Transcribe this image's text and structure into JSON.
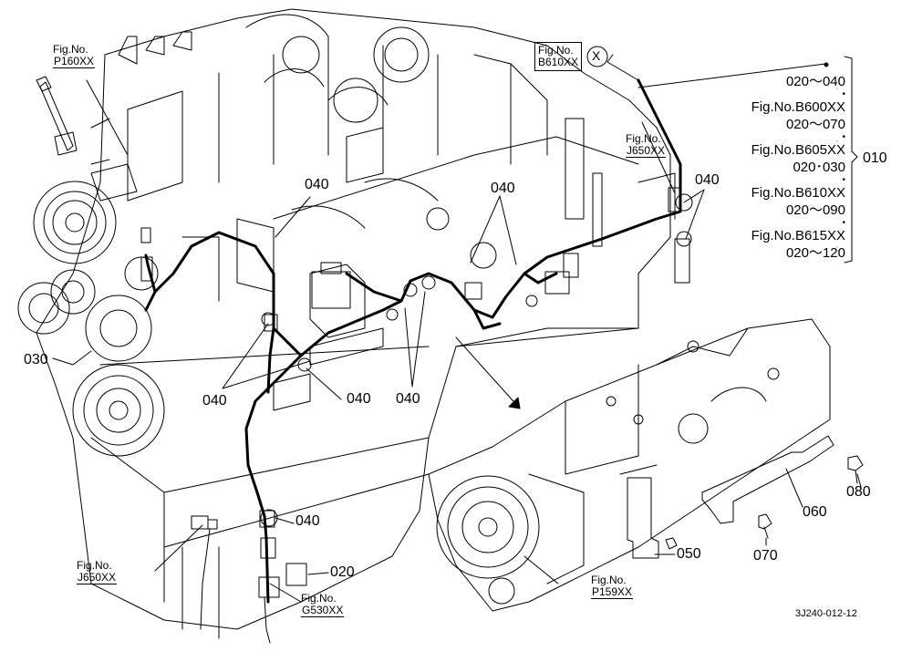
{
  "refs": {
    "p160": [
      "Fig.No.",
      "P160XX"
    ],
    "b610_top": [
      "Fig.No.",
      "B610XX"
    ],
    "j650_top": [
      "Fig.No.",
      "J650XX"
    ],
    "j650_bottom": [
      "Fig.No.",
      "J650XX"
    ],
    "g530": [
      "Fig.No.",
      "G530XX"
    ],
    "p159": [
      "Fig.No.",
      "P159XX"
    ]
  },
  "cross_ref_symbol": "X",
  "callouts": {
    "c040_a": "040",
    "c040_b": "040",
    "c040_c": "040",
    "c040_d": "040",
    "c040_e": "040",
    "c040_f": "040",
    "c040_g": "040",
    "c030": "030",
    "c020": "020",
    "c050": "050",
    "c060": "060",
    "c070": "070",
    "c080": "080",
    "c010": "010"
  },
  "parts_list": [
    "020～040",
    "Fig.No.B600XX",
    "020～070",
    "Fig.No.B605XX",
    "020･030",
    "Fig.No.B610XX",
    "020～090",
    "Fig.No.B615XX",
    "020～120"
  ],
  "drawing_code": "3J240-012-12"
}
